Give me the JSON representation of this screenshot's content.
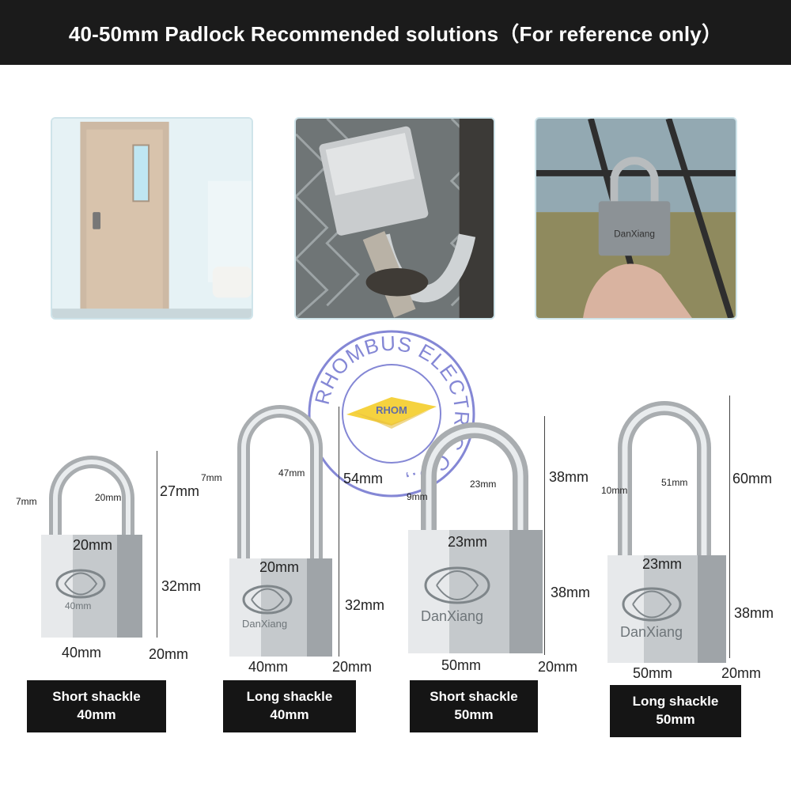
{
  "header": {
    "title": "40-50mm Padlock Recommended solutions（For reference only）"
  },
  "photos": [
    {
      "name": "door"
    },
    {
      "name": "chain-fence"
    },
    {
      "name": "hand-holding-lock"
    }
  ],
  "watermark": {
    "ring_text": "RHOMBUS ELECTRIC CO.,",
    "logo_text": "RHOM",
    "ring_color": "#5b5fc7",
    "logo_color": "#f2c300"
  },
  "brand": "DanXiang",
  "locks": [
    {
      "title_line1": "Short shackle",
      "title_line2": "40mm",
      "body_engraving": "40mm",
      "dims": {
        "shackle_thickness": "7mm",
        "inner_height": "20mm",
        "shackle_height": "27mm",
        "inner_width": "20mm",
        "body_height": "32mm",
        "body_width": "40mm",
        "body_depth": "20mm"
      }
    },
    {
      "title_line1": "Long shackle",
      "title_line2": "40mm",
      "body_engraving": "DanXiang",
      "dims": {
        "shackle_thickness": "7mm",
        "inner_height": "47mm",
        "shackle_height": "54mm",
        "inner_width": "20mm",
        "body_height": "32mm",
        "body_width": "40mm",
        "body_depth": "20mm"
      }
    },
    {
      "title_line1": "Short shackle",
      "title_line2": "50mm",
      "body_engraving": "DanXiang",
      "dims": {
        "shackle_thickness": "9mm",
        "inner_height": "23mm",
        "shackle_height": "38mm",
        "inner_width": "23mm",
        "body_height": "38mm",
        "body_width": "50mm",
        "body_depth": "20mm"
      }
    },
    {
      "title_line1": "Long shackle",
      "title_line2": "50mm",
      "body_engraving": "DanXiang",
      "dims": {
        "shackle_thickness": "10mm",
        "inner_height": "51mm",
        "shackle_height": "60mm",
        "inner_width": "23mm",
        "body_height": "38mm",
        "body_width": "50mm",
        "body_depth": "20mm"
      }
    }
  ]
}
